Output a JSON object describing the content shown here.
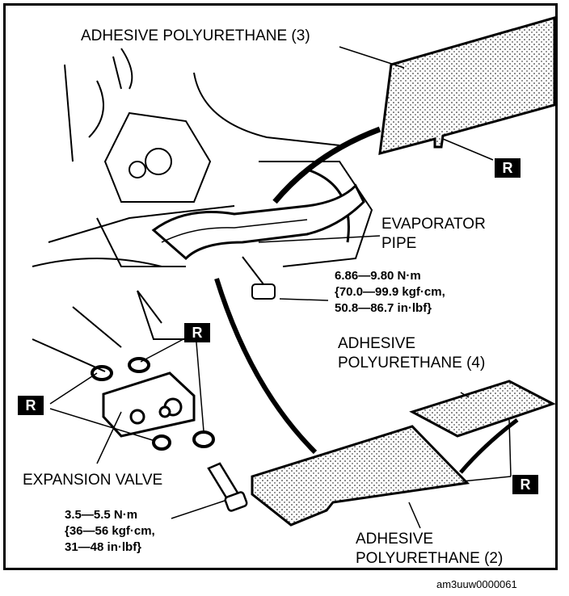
{
  "labels": {
    "adhesive_3": "ADHESIVE POLYURETHANE (3)",
    "evaporator_pipe_line1": "EVAPORATOR",
    "evaporator_pipe_line2": "PIPE",
    "adhesive_4_line1": "ADHESIVE",
    "adhesive_4_line2": "POLYURETHANE (4)",
    "expansion_valve": "EXPANSION VALVE",
    "adhesive_2_line1": "ADHESIVE",
    "adhesive_2_line2": "POLYURETHANE (2)"
  },
  "torque_pipe": {
    "line1": "6.86—9.80 N·m",
    "line2": "{70.0—99.9 kgf·cm,",
    "line3": "50.8—86.7 in·lbf}"
  },
  "torque_valve": {
    "line1": "3.5—5.5 N·m",
    "line2": "{36—56 kgf·cm,",
    "line3": "31—48 in·lbf}"
  },
  "replace_badge": "R",
  "figure_code": "am3uuw0000061",
  "colors": {
    "ink": "#000000",
    "paper": "#ffffff"
  }
}
